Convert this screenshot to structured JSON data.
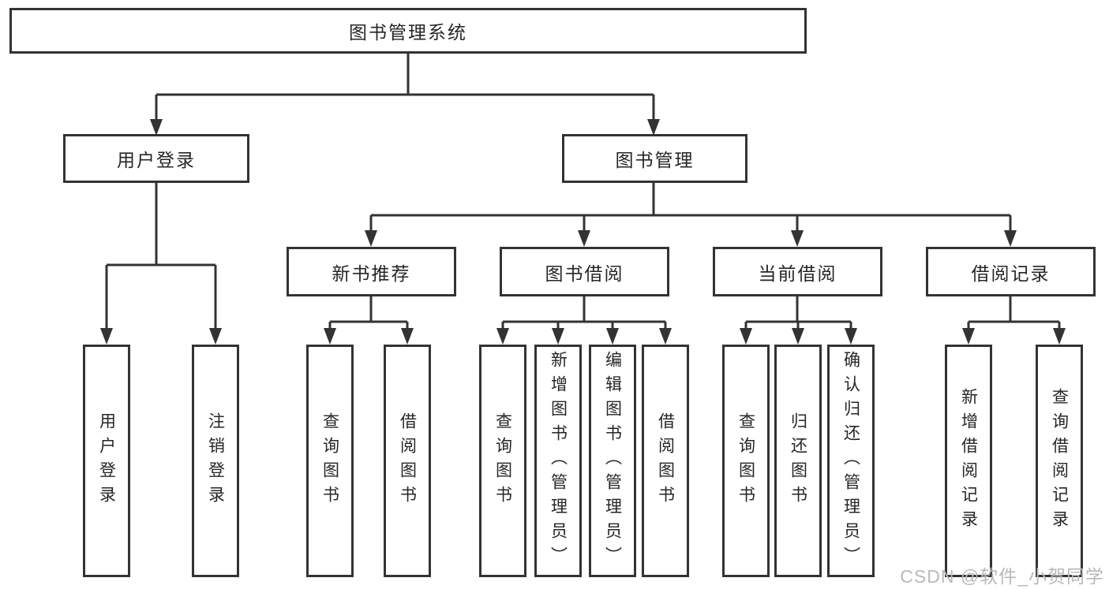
{
  "tree": {
    "root": {
      "label": "图书管理系统",
      "children": [
        {
          "label": "用户登录",
          "children": [
            {
              "label": "用户登录"
            },
            {
              "label": "注销登录"
            }
          ]
        },
        {
          "label": "图书管理",
          "children": [
            {
              "label": "新书推荐",
              "children": [
                {
                  "label": "查询图书"
                },
                {
                  "label": "借阅图书"
                }
              ]
            },
            {
              "label": "图书借阅",
              "children": [
                {
                  "label": "查询图书"
                },
                {
                  "label": "新增图书（管理员）"
                },
                {
                  "label": "编辑图书（管理员）"
                },
                {
                  "label": "借阅图书"
                }
              ]
            },
            {
              "label": "当前借阅",
              "children": [
                {
                  "label": "查询图书"
                },
                {
                  "label": "归还图书"
                },
                {
                  "label": "确认归还（管理员）"
                }
              ]
            },
            {
              "label": "借阅记录",
              "children": [
                {
                  "label": "新增借阅记录"
                },
                {
                  "label": "查询借阅记录"
                }
              ]
            }
          ]
        }
      ]
    }
  },
  "watermark": {
    "text": "CSDN @软件_小贺同学"
  },
  "colors": {
    "line": "#333333",
    "border": "#333333",
    "text": "#262626",
    "watermark": "#b9b9b9",
    "background": "#ffffff"
  }
}
